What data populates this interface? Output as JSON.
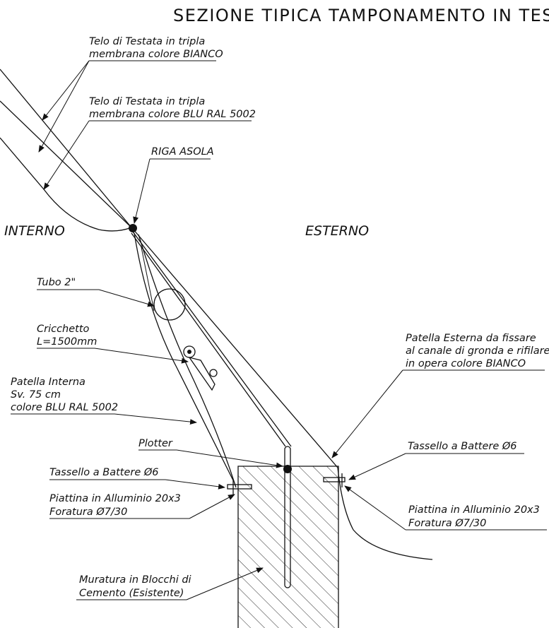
{
  "title": "SEZIONE TIPICA TAMPONAMENTO IN TESTATA",
  "zones": {
    "interior": "INTERNO",
    "exterior": "ESTERNO"
  },
  "labels": {
    "telo_bianco": [
      "Telo di Testata in tripla",
      "membrana colore BIANCO"
    ],
    "telo_blu": [
      "Telo di Testata in tripla",
      "membrana colore BLU RAL 5002"
    ],
    "riga_asola": "RIGA ASOLA",
    "tubo": "Tubo 2\"",
    "cricchetto": [
      "Cricchetto",
      "L=1500mm"
    ],
    "patella_interna": [
      "Patella Interna",
      "Sv. 75 cm",
      "colore BLU RAL 5002"
    ],
    "patella_esterna": [
      "Patella Esterna da fissare",
      "al canale di gronda e rifilare",
      "in opera colore BIANCO"
    ],
    "plotter": "Plotter",
    "tassello_left": "Tassello a Battere Ø6",
    "tassello_right": "Tassello a Battere Ø6",
    "piattina_left": [
      "Piattina in Alluminio 20x3",
      "Foratura Ø7/30"
    ],
    "piattina_right": [
      "Piattina in Alluminio 20x3",
      "Foratura Ø7/30"
    ],
    "muratura": [
      "Muratura in Blocchi di",
      "Cemento (Esistente)"
    ]
  }
}
